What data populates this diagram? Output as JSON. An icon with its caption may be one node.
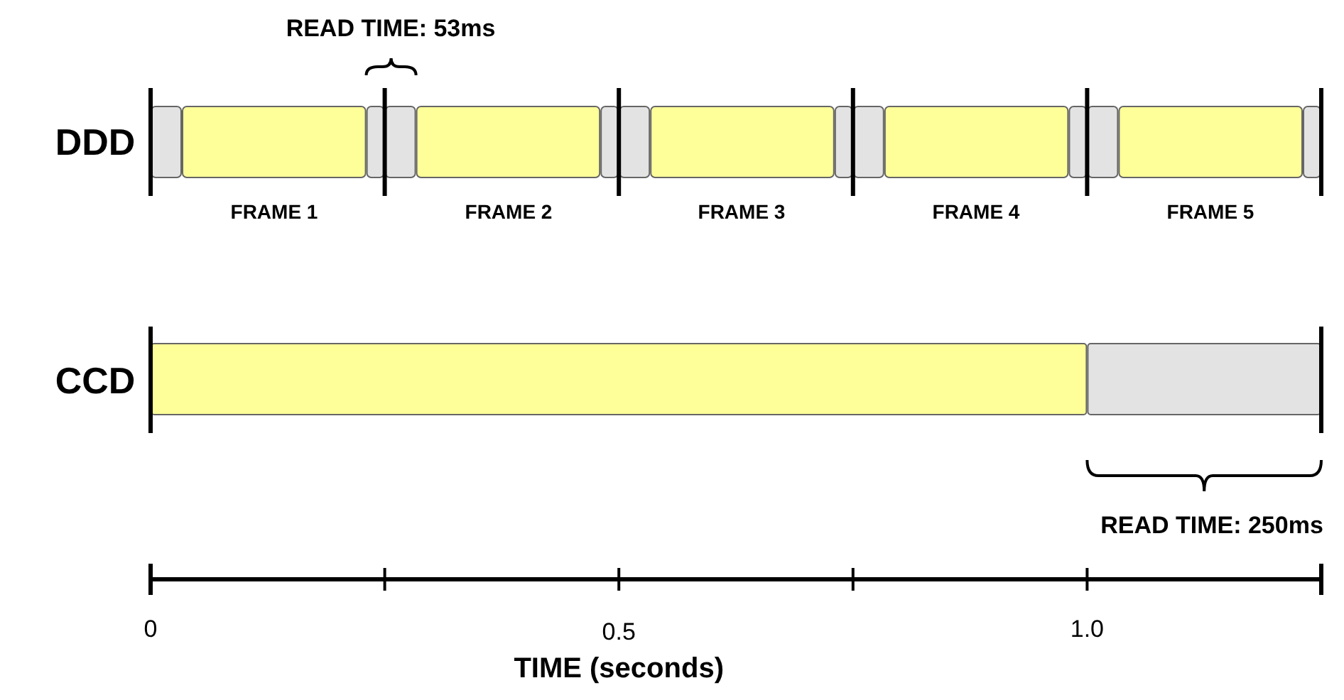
{
  "diagram": {
    "labels": [
      "READ TIME: 53ms",
      "DDD",
      "FRAME 1",
      "FRAME 2",
      "FRAME 3",
      "FRAME 4",
      "FRAME 5",
      "CCD",
      "READ TIME: 250ms",
      "0",
      "0.5",
      "1.0",
      "TIME (seconds)"
    ]
  }
}
